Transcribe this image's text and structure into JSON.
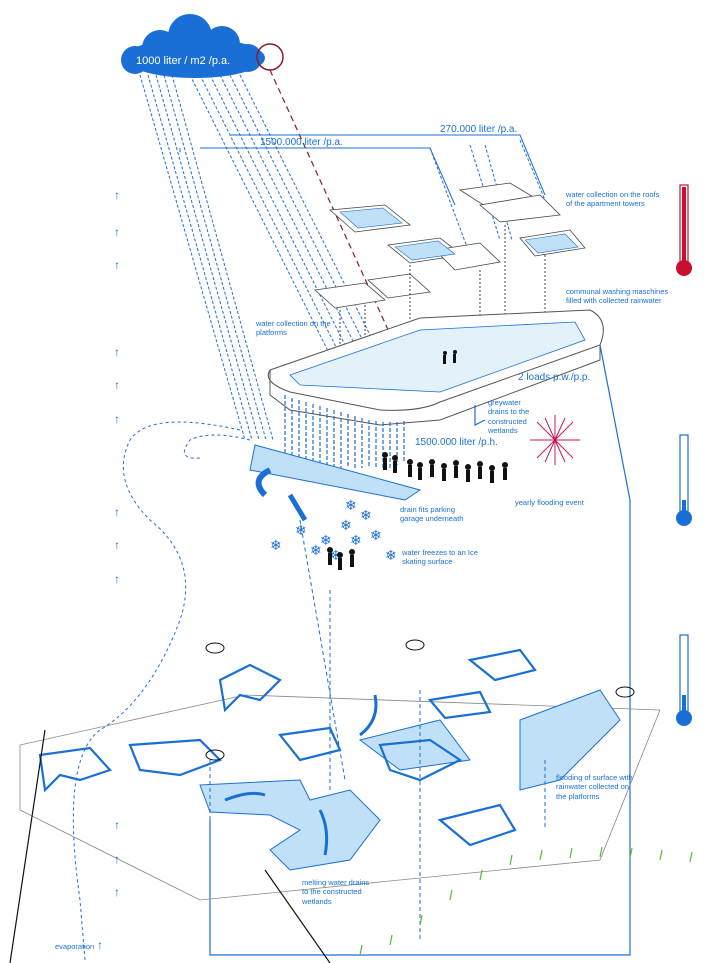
{
  "cloud_label": "1000 liter / m2 /p.a.",
  "flows": {
    "towers": "270.000 liter /p.a.",
    "platforms": "1500.000 liter /p.a.",
    "ice_volume": "1500.000 liter /p.h.",
    "washing": "2 loads p.w./p.p."
  },
  "annotations": {
    "roof_collection": "water collection on the roofs\nof the apartment towers",
    "washing_machines": "communal washing maschines\nfilled with collected rainwater",
    "platform_collection": "water collection on the\nplatforms",
    "greywater": "greywater\ndrains to the\nconstructed\nwetlands",
    "parking_drain": "drain fits parking\ngarage underneath",
    "flooding_event": "yearly flooding event",
    "ice_surface": "water freezes to an Ice\nskating surface",
    "surface_flooding": "flooding of surface with\nrainwater collected on\nthe platforms",
    "melting": "melting water drains\nto the constructed\nwetlands",
    "evaporation": "evaporation"
  },
  "evaporation_arrow": "↑",
  "colors": {
    "water": "#1a6fd6",
    "water_fill": "#bfe0f7",
    "hot": "#c8102e",
    "grass": "#5cb832",
    "firework": "#c2185b"
  }
}
